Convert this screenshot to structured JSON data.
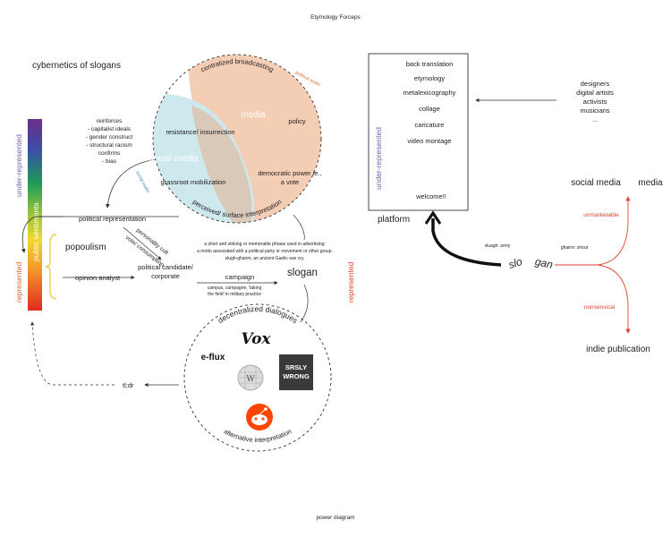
{
  "header": {
    "title": "Etymology  Forceps"
  },
  "footer": {
    "caption": "power diagram"
  },
  "left_title": "cybernetics of slogans",
  "spectrum": {
    "label_under": "under-represented",
    "label_public": "public sentiments",
    "label_repr": "represented"
  },
  "reinforces_list": [
    "reinforces",
    "- capitalist ideals",
    "- gender construct",
    "- structural racism",
    "confirms",
    "- bias"
  ],
  "left_flow": {
    "political_representation": "political representation",
    "popoulism": "popoulism",
    "personality_cult": "personality cult",
    "vote_consumption": "vote/ consumption",
    "opinion_analyst": "opinion analyst",
    "political_candidate_1": "political candidate/",
    "political_candidate_2": "corporate",
    "campaign": "campaign",
    "campaign_note_1": "campus, campagne, 'taking",
    "campaign_note_2": "the field' in military practice",
    "tldr": "tl;dr"
  },
  "top_circle": {
    "arc_top": "centralized broadcasting",
    "arc_bottom": "perceived/ surface interpretation",
    "political_realm": "political realm",
    "social_realm": "social realm",
    "media": "media",
    "policy": "policy",
    "resistance": "resistance/ insurrection",
    "social_media": "social media",
    "grassroot": "grassroot mobilization",
    "democratic_1": "democratic power ie.,",
    "democratic_2": "a vote"
  },
  "slogan_def": [
    "a short and striking or memorable phrase used in advertising;",
    "a motto associated with a political party or movement or other group.",
    "slugh-ghairm, an ancient Gaelic war cry."
  ],
  "slogan_center": "slogan",
  "represented_right": "represented",
  "bottom_circle": {
    "arc_top": "decentralized dialogues",
    "arc_bottom": "alternative interpretation",
    "vox": "Vox",
    "eflux": "e-flux",
    "srsly_1": "SRSLY",
    "srsly_2": "WRONG",
    "wiki_letter": "W"
  },
  "platform_box": {
    "items": [
      "back translation",
      "etymology",
      "metalexicography",
      "collage",
      "caricature",
      "video montage"
    ],
    "welcome": "welcome!!",
    "side_label": "under-represented",
    "caption": "platform"
  },
  "creators": [
    "designers",
    "digital artists",
    "activists",
    "musicians",
    "..."
  ],
  "forceps": {
    "slo": "slo",
    "gan": "gan",
    "sluagh_note": "sluagh: army",
    "ghairm_note": "ghairm: shout",
    "social_media": "social media",
    "media": "media",
    "unmarketable": "unmarketable",
    "nonsensical": "nonsensical",
    "indie": "indie publication"
  },
  "colors": {
    "political_fill": "#f4cdb5",
    "social_fill": "#cde9ee",
    "overlap_fill": "#d9c9b9",
    "accent_red": "#e0432b",
    "accent_purple": "#6a5fb0",
    "accent_blue": "#3b8ab5",
    "orange_text": "#d9642a"
  }
}
